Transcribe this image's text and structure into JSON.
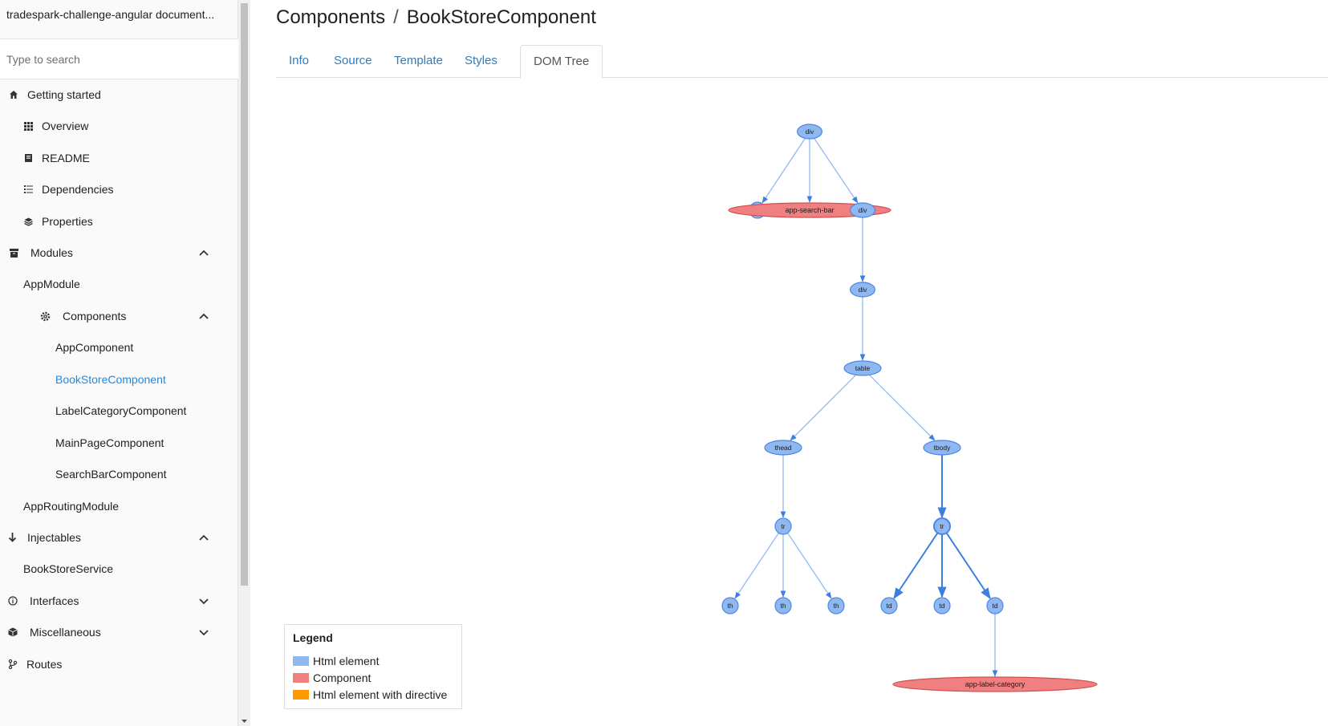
{
  "sidebar": {
    "title": "tradespark-challenge-angular document...",
    "search_placeholder": "Type to search",
    "items": [
      {
        "label": "Getting started",
        "icon": "home-icon"
      },
      {
        "label": "Overview",
        "icon": "grid-icon"
      },
      {
        "label": "README",
        "icon": "book-icon"
      },
      {
        "label": "Dependencies",
        "icon": "list-icon"
      },
      {
        "label": "Properties",
        "icon": "layers-icon"
      },
      {
        "label": "Modules",
        "icon": "archive-icon"
      },
      {
        "label": "AppModule"
      },
      {
        "label": "Components",
        "icon": "gear-icon"
      },
      {
        "label": "AppComponent"
      },
      {
        "label": "BookStoreComponent"
      },
      {
        "label": "LabelCategoryComponent"
      },
      {
        "label": "MainPageComponent"
      },
      {
        "label": "SearchBarComponent"
      },
      {
        "label": "AppRoutingModule"
      },
      {
        "label": "Injectables",
        "icon": "arrow-down-icon"
      },
      {
        "label": "BookStoreService"
      },
      {
        "label": "Interfaces",
        "icon": "info-icon"
      },
      {
        "label": "Miscellaneous",
        "icon": "cube-icon"
      },
      {
        "label": "Routes",
        "icon": "routes-icon"
      }
    ]
  },
  "breadcrumb": {
    "section": "Components",
    "separator": "/",
    "current": "BookStoreComponent"
  },
  "tabs": [
    {
      "label": "Info"
    },
    {
      "label": "Source"
    },
    {
      "label": "Template"
    },
    {
      "label": "Styles"
    },
    {
      "label": "DOM Tree",
      "active": true
    }
  ],
  "dom_tree": {
    "nodes": [
      {
        "id": "n0",
        "label": "div",
        "kind": "html"
      },
      {
        "id": "n1",
        "label": "h1",
        "kind": "html"
      },
      {
        "id": "n2",
        "label": "app-search-bar",
        "kind": "component"
      },
      {
        "id": "n3",
        "label": "div",
        "kind": "html"
      },
      {
        "id": "n4",
        "label": "div",
        "kind": "html"
      },
      {
        "id": "n5",
        "label": "table",
        "kind": "html"
      },
      {
        "id": "n6",
        "label": "thead",
        "kind": "html"
      },
      {
        "id": "n7",
        "label": "tbody",
        "kind": "html"
      },
      {
        "id": "n8",
        "label": "tr",
        "kind": "html"
      },
      {
        "id": "n9",
        "label": "tr",
        "kind": "html"
      },
      {
        "id": "n10",
        "label": "th",
        "kind": "html"
      },
      {
        "id": "n11",
        "label": "th",
        "kind": "html"
      },
      {
        "id": "n12",
        "label": "th",
        "kind": "html"
      },
      {
        "id": "n13",
        "label": "td",
        "kind": "html"
      },
      {
        "id": "n14",
        "label": "td",
        "kind": "html"
      },
      {
        "id": "n15",
        "label": "td",
        "kind": "html"
      },
      {
        "id": "n16",
        "label": "app-label-category",
        "kind": "component"
      }
    ],
    "edges": [
      [
        "n0",
        "n1"
      ],
      [
        "n0",
        "n2"
      ],
      [
        "n0",
        "n3"
      ],
      [
        "n3",
        "n4"
      ],
      [
        "n4",
        "n5"
      ],
      [
        "n5",
        "n6"
      ],
      [
        "n5",
        "n7"
      ],
      [
        "n6",
        "n8"
      ],
      [
        "n7",
        "n9"
      ],
      [
        "n8",
        "n10"
      ],
      [
        "n8",
        "n11"
      ],
      [
        "n8",
        "n12"
      ],
      [
        "n9",
        "n13"
      ],
      [
        "n9",
        "n14"
      ],
      [
        "n9",
        "n15"
      ],
      [
        "n15",
        "n16"
      ]
    ]
  },
  "legend": {
    "title": "Legend",
    "items": [
      {
        "label": "Html element",
        "color": "#90b8f0"
      },
      {
        "label": "Component",
        "color": "#f08080"
      },
      {
        "label": "Html element with directive",
        "color": "#ff9900"
      }
    ]
  },
  "colors": {
    "accent": "#1e88e5",
    "link": "#337ab7",
    "html_node_fill": "#90b8f0",
    "html_node_stroke": "#4a86e8",
    "component_fill": "#f08080",
    "component_stroke": "#d05050",
    "edge": "#8ab4f0",
    "edge_strong": "#3d7fe0"
  }
}
